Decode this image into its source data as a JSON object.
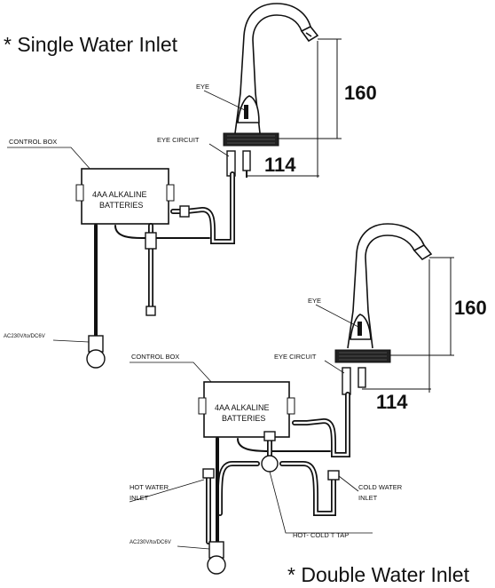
{
  "captions": {
    "single": "* Single Water Inlet",
    "double": "* Double Water Inlet"
  },
  "single": {
    "eye_label": "EYE",
    "eye_circuit_label": "EYE CIRCUIT",
    "control_box_label": "CONTROL BOX",
    "box_line1": "4AA ALKALINE",
    "box_line2": "BATTERIES",
    "power_label": "AC230V/to/DC6V",
    "height_dim": "160",
    "reach_dim": "114"
  },
  "double": {
    "eye_label": "EYE",
    "eye_circuit_label": "EYE CIRCUIT",
    "control_box_label": "CONTROL BOX",
    "box_line1": "4AA ALKALINE",
    "box_line2": "BATTERIES",
    "hot_label_1": "HOT WATER",
    "hot_label_2": "INLET",
    "cold_label_1": "COLD WATER",
    "cold_label_2": "INLET",
    "tap_label": "HOT- COLD T TAP",
    "power_label": "AC230V/to/DC6V",
    "height_dim": "160",
    "reach_dim": "114"
  }
}
